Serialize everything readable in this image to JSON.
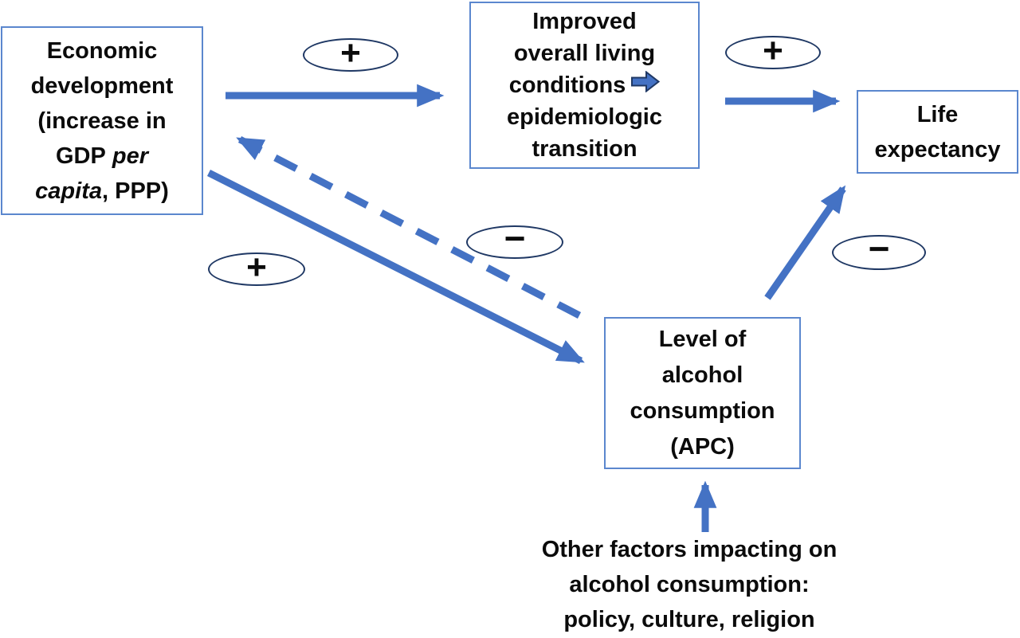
{
  "figure": {
    "colors": {
      "arrow_blue": "#4472C4",
      "box_border_blue": "#5B87CE",
      "ellipse_outline_navy": "#1F3864",
      "block_arrow_fill": "#4472C4",
      "block_arrow_outline": "#1F3864",
      "text": "#0b0b0b",
      "background": "#ffffff"
    },
    "boxes": {
      "economic_development": {
        "line1": "Economic",
        "line2": "development",
        "line3": "(increase in",
        "line4_plain": "GDP",
        "line4_italic": "per",
        "line5_italic": "capita",
        "line5_plain": ", PPP)"
      },
      "living_conditions": {
        "line1": "Improved",
        "line2": "overall living",
        "line3": "conditions",
        "line4": "epidemiologic",
        "line5": "transition"
      },
      "life_expectancy": {
        "line1": "Life",
        "line2": "expectancy"
      },
      "alcohol_consumption": {
        "line1": "Level of",
        "line2": "alcohol",
        "line3": "consumption",
        "line4": "(APC)"
      }
    },
    "effect_labels": {
      "plus_economic_to_living": "+",
      "plus_living_to_life": "+",
      "plus_economic_to_alcohol": "+",
      "minus_alcohol_to_economic": "−",
      "minus_alcohol_to_life": "−"
    },
    "icons": {
      "epidemiologic_transition_arrow": "right-block-arrow"
    },
    "footer": {
      "line1": "Other factors impacting on",
      "line2": "alcohol consumption:",
      "line3": "policy, culture, religion"
    }
  }
}
